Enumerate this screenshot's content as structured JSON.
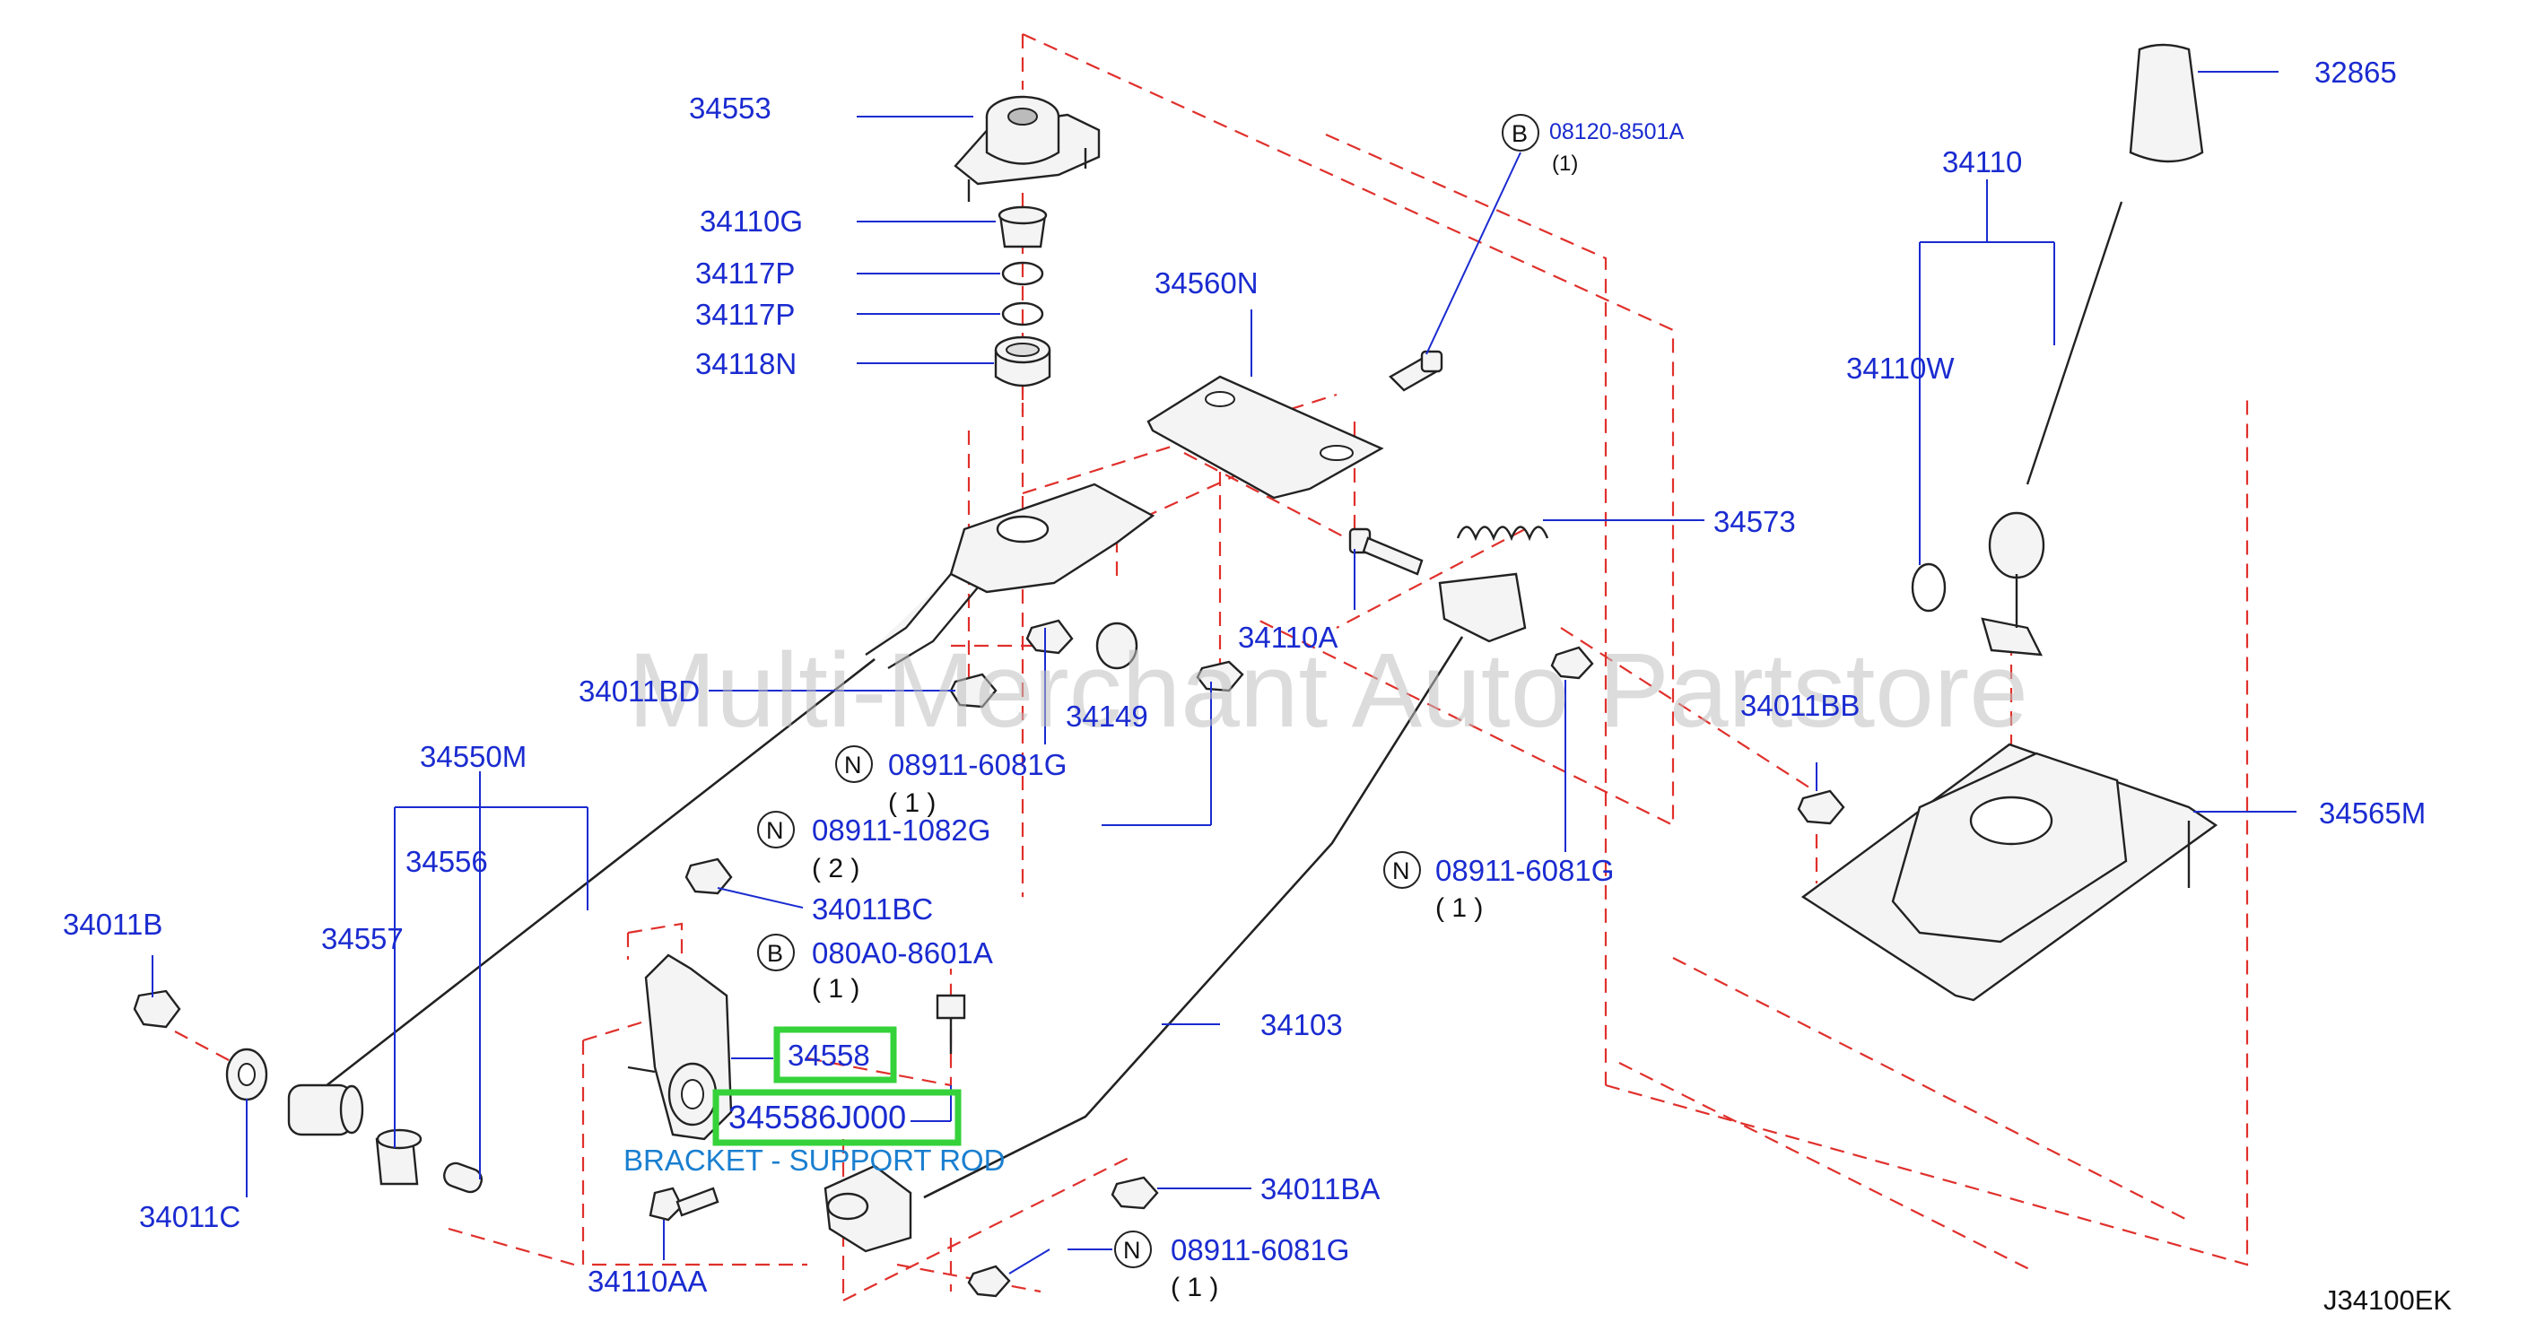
{
  "diagram": {
    "watermark": "Multi-Merchant Auto Partstore",
    "diagram_code": "J34100EK",
    "caption": "BRACKET - SUPPORT ROD",
    "highlighted": {
      "part": "34558",
      "part_number": "345586J000"
    },
    "labels": {
      "p34553": "34553",
      "p34110G": "34110G",
      "p34117P_a": "34117P",
      "p34117P_b": "34117P",
      "p34118N": "34118N",
      "p34560N": "34560N",
      "p08120": "08120-8501A",
      "p08120_qty": "(1)",
      "p32865": "32865",
      "p34110": "34110",
      "p34110W": "34110W",
      "p34573": "34573",
      "p34110A": "34110A",
      "p34011BD": "34011BD",
      "p34149": "34149",
      "p34011BB": "34011BB",
      "p34565M": "34565M",
      "p34550M": "34550M",
      "p34556": "34556",
      "p34557": "34557",
      "p34011B": "34011B",
      "p34011C": "34011C",
      "p34011BC": "34011BC",
      "p34103": "34103",
      "p34011BA": "34011BA",
      "p34110AA": "34110AA"
    },
    "callouts": [
      {
        "badge": "N",
        "number": "08911-6081G",
        "qty": "( 1 )"
      },
      {
        "badge": "N",
        "number": "08911-1082G",
        "qty": "( 2 )"
      },
      {
        "badge": "B",
        "number": "080A0-8601A",
        "qty": "( 1 )"
      },
      {
        "badge": "N",
        "number": "08911-6081G",
        "qty": "( 1 )"
      },
      {
        "badge": "N",
        "number": "08911-6081G",
        "qty": "( 1 )"
      },
      {
        "badge": "B",
        "number": "08120-8501A",
        "qty": "(1)"
      }
    ]
  }
}
